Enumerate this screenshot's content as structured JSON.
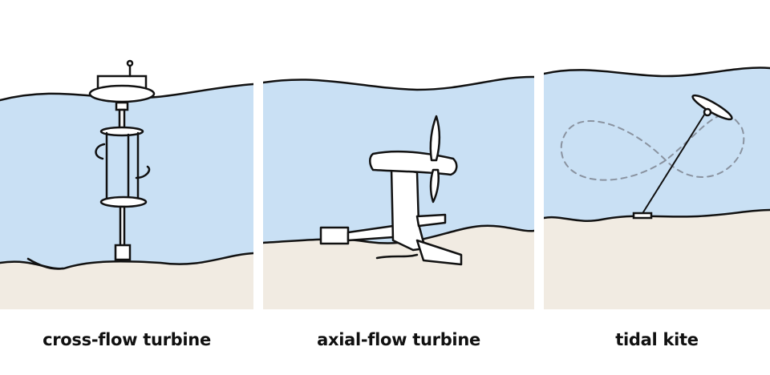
{
  "colors": {
    "water": "#c9e0f4",
    "sand": "#f1ebe2",
    "line": "#111111"
  },
  "panels": [
    {
      "label": "cross-flow turbine",
      "icon": "cross-flow-turbine-illustration"
    },
    {
      "label": "axial-flow turbine",
      "icon": "axial-flow-turbine-illustration"
    },
    {
      "label": "tidal kite",
      "icon": "tidal-kite-illustration"
    }
  ]
}
